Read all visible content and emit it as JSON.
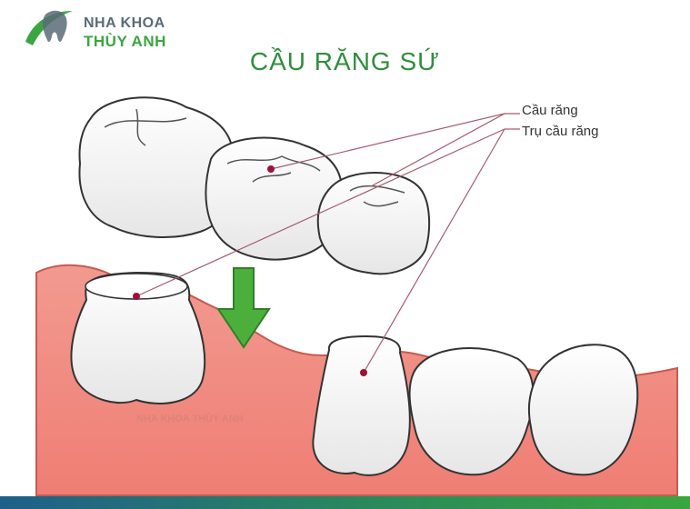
{
  "brand": {
    "line1": "NHA KHOA",
    "line2": "THÙY ANH"
  },
  "title": "CẦU RĂNG SỨ",
  "labels": {
    "bridge": "Cầu răng",
    "abutment": "Trụ cầu răng"
  },
  "watermark": "NHA KHOA THÙY ANH",
  "colors": {
    "brand_green": "#3aa63f",
    "brand_gray": "#5a6b78",
    "title_green": "#2f8e3e",
    "gum": "#f08a80",
    "tooth": "#f7f7f7",
    "leader_line": "#a65a6e",
    "arrow": "#4caf3c"
  },
  "icons": [
    "tooth-logo-icon",
    "down-arrow-icon"
  ]
}
